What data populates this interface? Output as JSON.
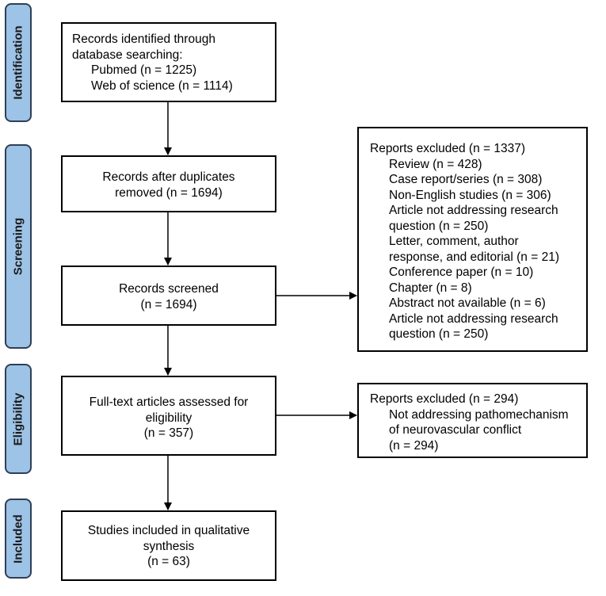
{
  "phases": {
    "identification": "Identification",
    "screening": "Screening",
    "eligibility": "Eligibility",
    "included": "Included"
  },
  "identified": {
    "line1": "Records identified through",
    "line2": "database searching:",
    "pubmed": "Pubmed (n = 1225)",
    "wos": "Web of science (n = 1114)"
  },
  "duplicates": {
    "line1": "Records after duplicates",
    "line2": "removed (n = 1694)"
  },
  "screened": {
    "line1": "Records screened",
    "line2": "(n = 1694)"
  },
  "excluded_screen": {
    "title": "Reports excluded (n = 1337)",
    "items": [
      "Review (n = 428)",
      "Case report/series (n = 308)",
      "Non-English studies (n = 306)",
      "Article not addressing research",
      "question (n = 250)",
      "Letter, comment, author",
      "response, and editorial (n = 21)",
      "Conference paper (n = 10)",
      "Chapter (n = 8)",
      "Abstract not available (n = 6)",
      "Article not addressing research",
      "question (n = 250)"
    ]
  },
  "fulltext": {
    "line1": "Full-text articles assessed for",
    "line2": "eligibility",
    "line3": "(n = 357)"
  },
  "excluded_full": {
    "title": "Reports excluded (n = 294)",
    "line1": "Not addressing pathomechanism",
    "line2": "of neurovascular conflict",
    "line3": "(n = 294)"
  },
  "included": {
    "line1": "Studies included in qualitative",
    "line2": "synthesis",
    "line3": "(n = 63)"
  },
  "colors": {
    "phase_fill": "#9dc3e6",
    "phase_border": "#2f3f57",
    "line": "#000000"
  }
}
